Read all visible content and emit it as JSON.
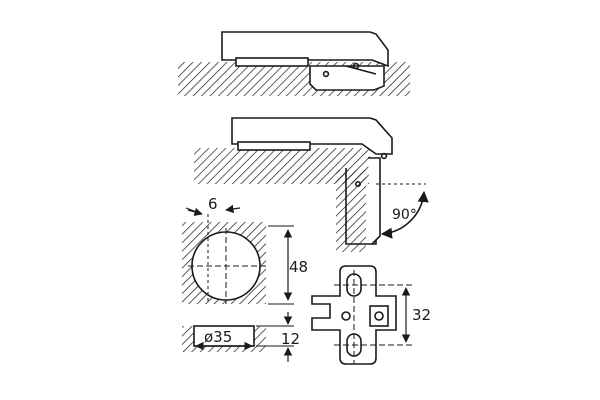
{
  "drawing": {
    "ink_color": "#1a1a1a",
    "background_color": "#ffffff",
    "dimensions": {
      "edge_offset": "6",
      "bore_height": "48",
      "bore_diameter": "ø35",
      "bore_depth": "12",
      "plate_height": "32",
      "opening_angle": "90°"
    }
  }
}
